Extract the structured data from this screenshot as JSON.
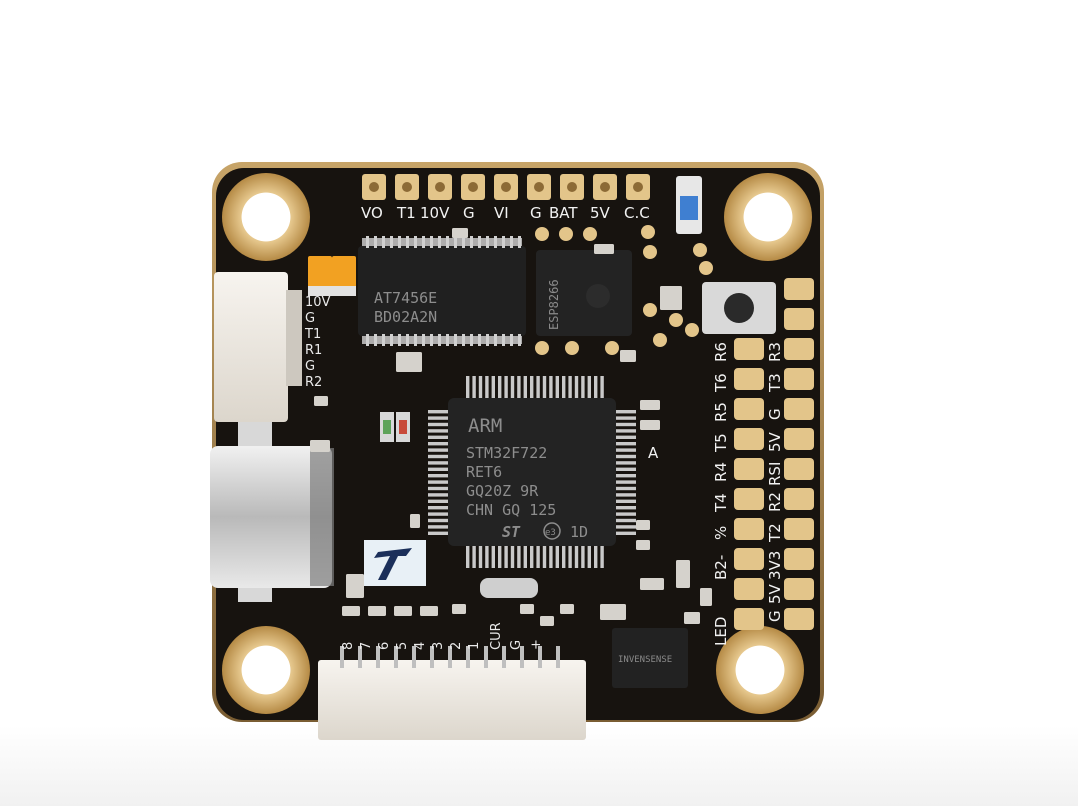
{
  "product": {
    "kind": "flight-controller-board",
    "colors": {
      "board": "#17130f",
      "edge": "#b08d58",
      "pad_gold": "#e3c58a",
      "connector": "#ece8e2",
      "chip": "#1f1f1f",
      "silkscreen": "#f2f2f2",
      "led_blue": "#3f7fd1",
      "capacitor": "#f2a122"
    }
  },
  "silkscreen": {
    "top_row": [
      "VO",
      "T1",
      "10V",
      "G",
      "VI",
      "G",
      "BAT",
      "5V",
      "C.C"
    ],
    "left_column": [
      "10V",
      "G",
      "T1",
      "R1",
      "G",
      "R2"
    ],
    "right_inner": [
      "R6",
      "T6",
      "R5",
      "T5",
      "R4",
      "T4",
      "%",
      "B2-",
      "LED"
    ],
    "right_outer": [
      "R3",
      "T3",
      "G",
      "5V",
      "RSI",
      "R2",
      "T2",
      "3V3",
      "5V",
      "G"
    ],
    "bottom_row": [
      "8",
      "7",
      "6",
      "5",
      "4",
      "3",
      "2",
      "1",
      "CUR",
      "G",
      "+"
    ],
    "corner_mark": "A"
  },
  "chips": {
    "mcu": {
      "brand": "ARM",
      "lines": [
        "STM32F722",
        "RET6",
        "GQ20Z 9R",
        "CHN GQ 125"
      ],
      "logo": "ST",
      "badge": "e3",
      "code": "1D"
    },
    "driver": {
      "lines": [
        "AT7456E",
        "BD02A2N"
      ]
    },
    "wifi": {
      "lines": [
        "ESP8266"
      ]
    },
    "imu": {
      "lines": [
        "INVENSENSE"
      ]
    }
  },
  "icons": {
    "logo": "t-logo-icon",
    "usb": "usb-c-port-icon",
    "button": "tactile-button-icon"
  }
}
